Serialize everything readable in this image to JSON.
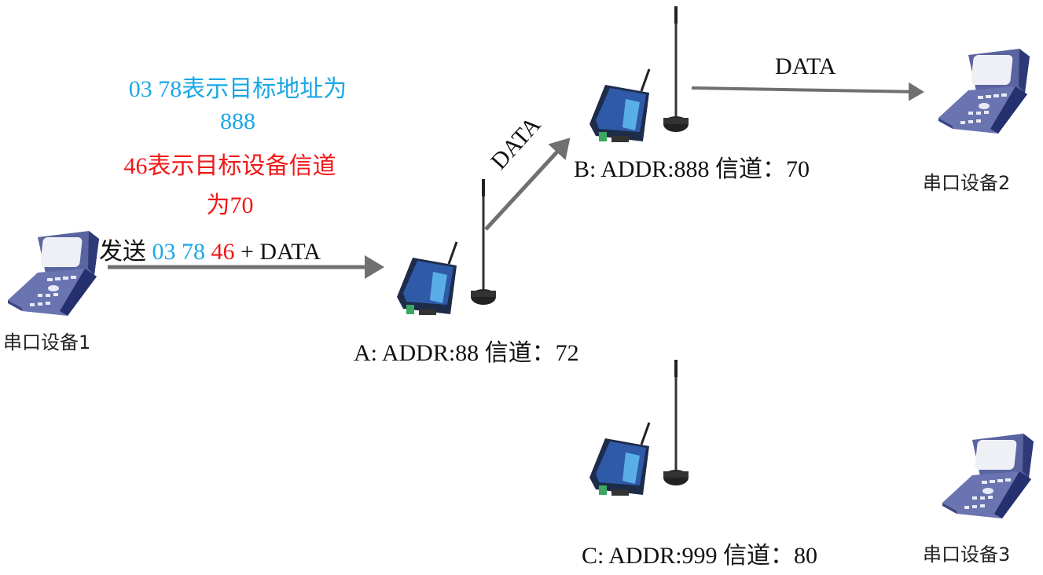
{
  "annotations": {
    "address_line1": "03 78表示目标地址为",
    "address_line2": "888",
    "channel_line1": "46表示目标设备信道",
    "channel_line2": "为70"
  },
  "send_label": {
    "prefix": "发送",
    "addr_high": "03",
    "addr_low": "78",
    "channel": "46",
    "suffix": "+ DATA"
  },
  "serial_devices": [
    {
      "label": "串口设备1"
    },
    {
      "label": "串口设备2"
    },
    {
      "label": "串口设备3"
    }
  ],
  "radios": [
    {
      "label": "A: ADDR:88 信道：72"
    },
    {
      "label": "B: ADDR:888 信道：70"
    },
    {
      "label": "C: ADDR:999 信道：80"
    }
  ],
  "arrows": {
    "a_to_b": "DATA",
    "b_to_device2": "DATA"
  },
  "colors": {
    "address": "#1aa7e6",
    "channel": "#f01818",
    "arrow": "#707070"
  }
}
